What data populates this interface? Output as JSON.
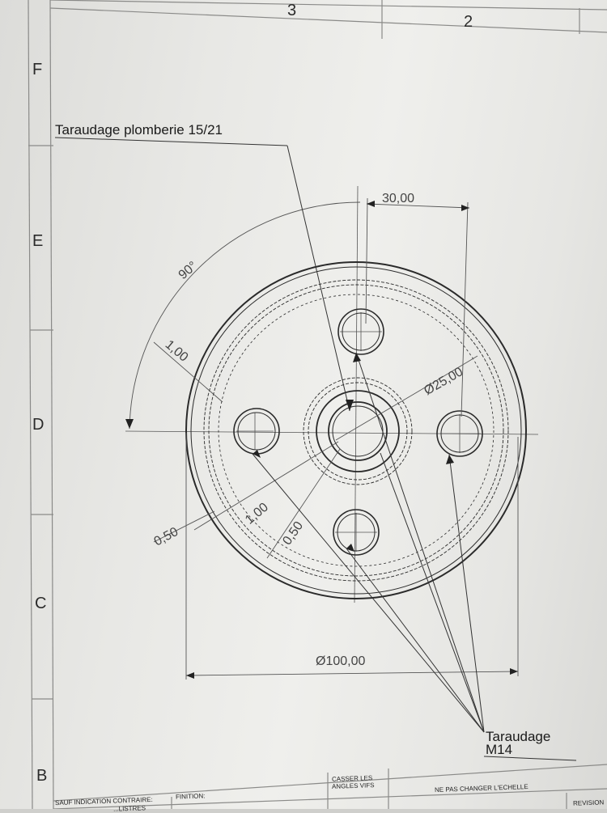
{
  "sheet": {
    "columns": [
      "3",
      "2"
    ],
    "rows": [
      "F",
      "E",
      "D",
      "C",
      "B"
    ]
  },
  "annotations": {
    "top_note": "Taraudage plomberie 15/21",
    "bottom_note_line1": "Taraudage",
    "bottom_note_line2": "M14"
  },
  "dimensions": {
    "offset": "30,00",
    "angle": "90°",
    "inner_diameter": "Ø25,00",
    "outer_diameter": "Ø100,00",
    "chamfer_left_1": "1,00",
    "chamfer_left_2": "0,50",
    "chamfer_inner_1": "1,00",
    "chamfer_inner_2": "0,50"
  },
  "title_block": {
    "sans_indication": "SAUF INDICATION CONTRAIRE:",
    "sans_indication_2": "...LISTRES",
    "finition": "FINITION:",
    "casser": "CASSER LES",
    "angles": "ANGLES VIFS",
    "echelle": "NE PAS CHANGER L'ECHELLE",
    "revision": "REVISION"
  }
}
